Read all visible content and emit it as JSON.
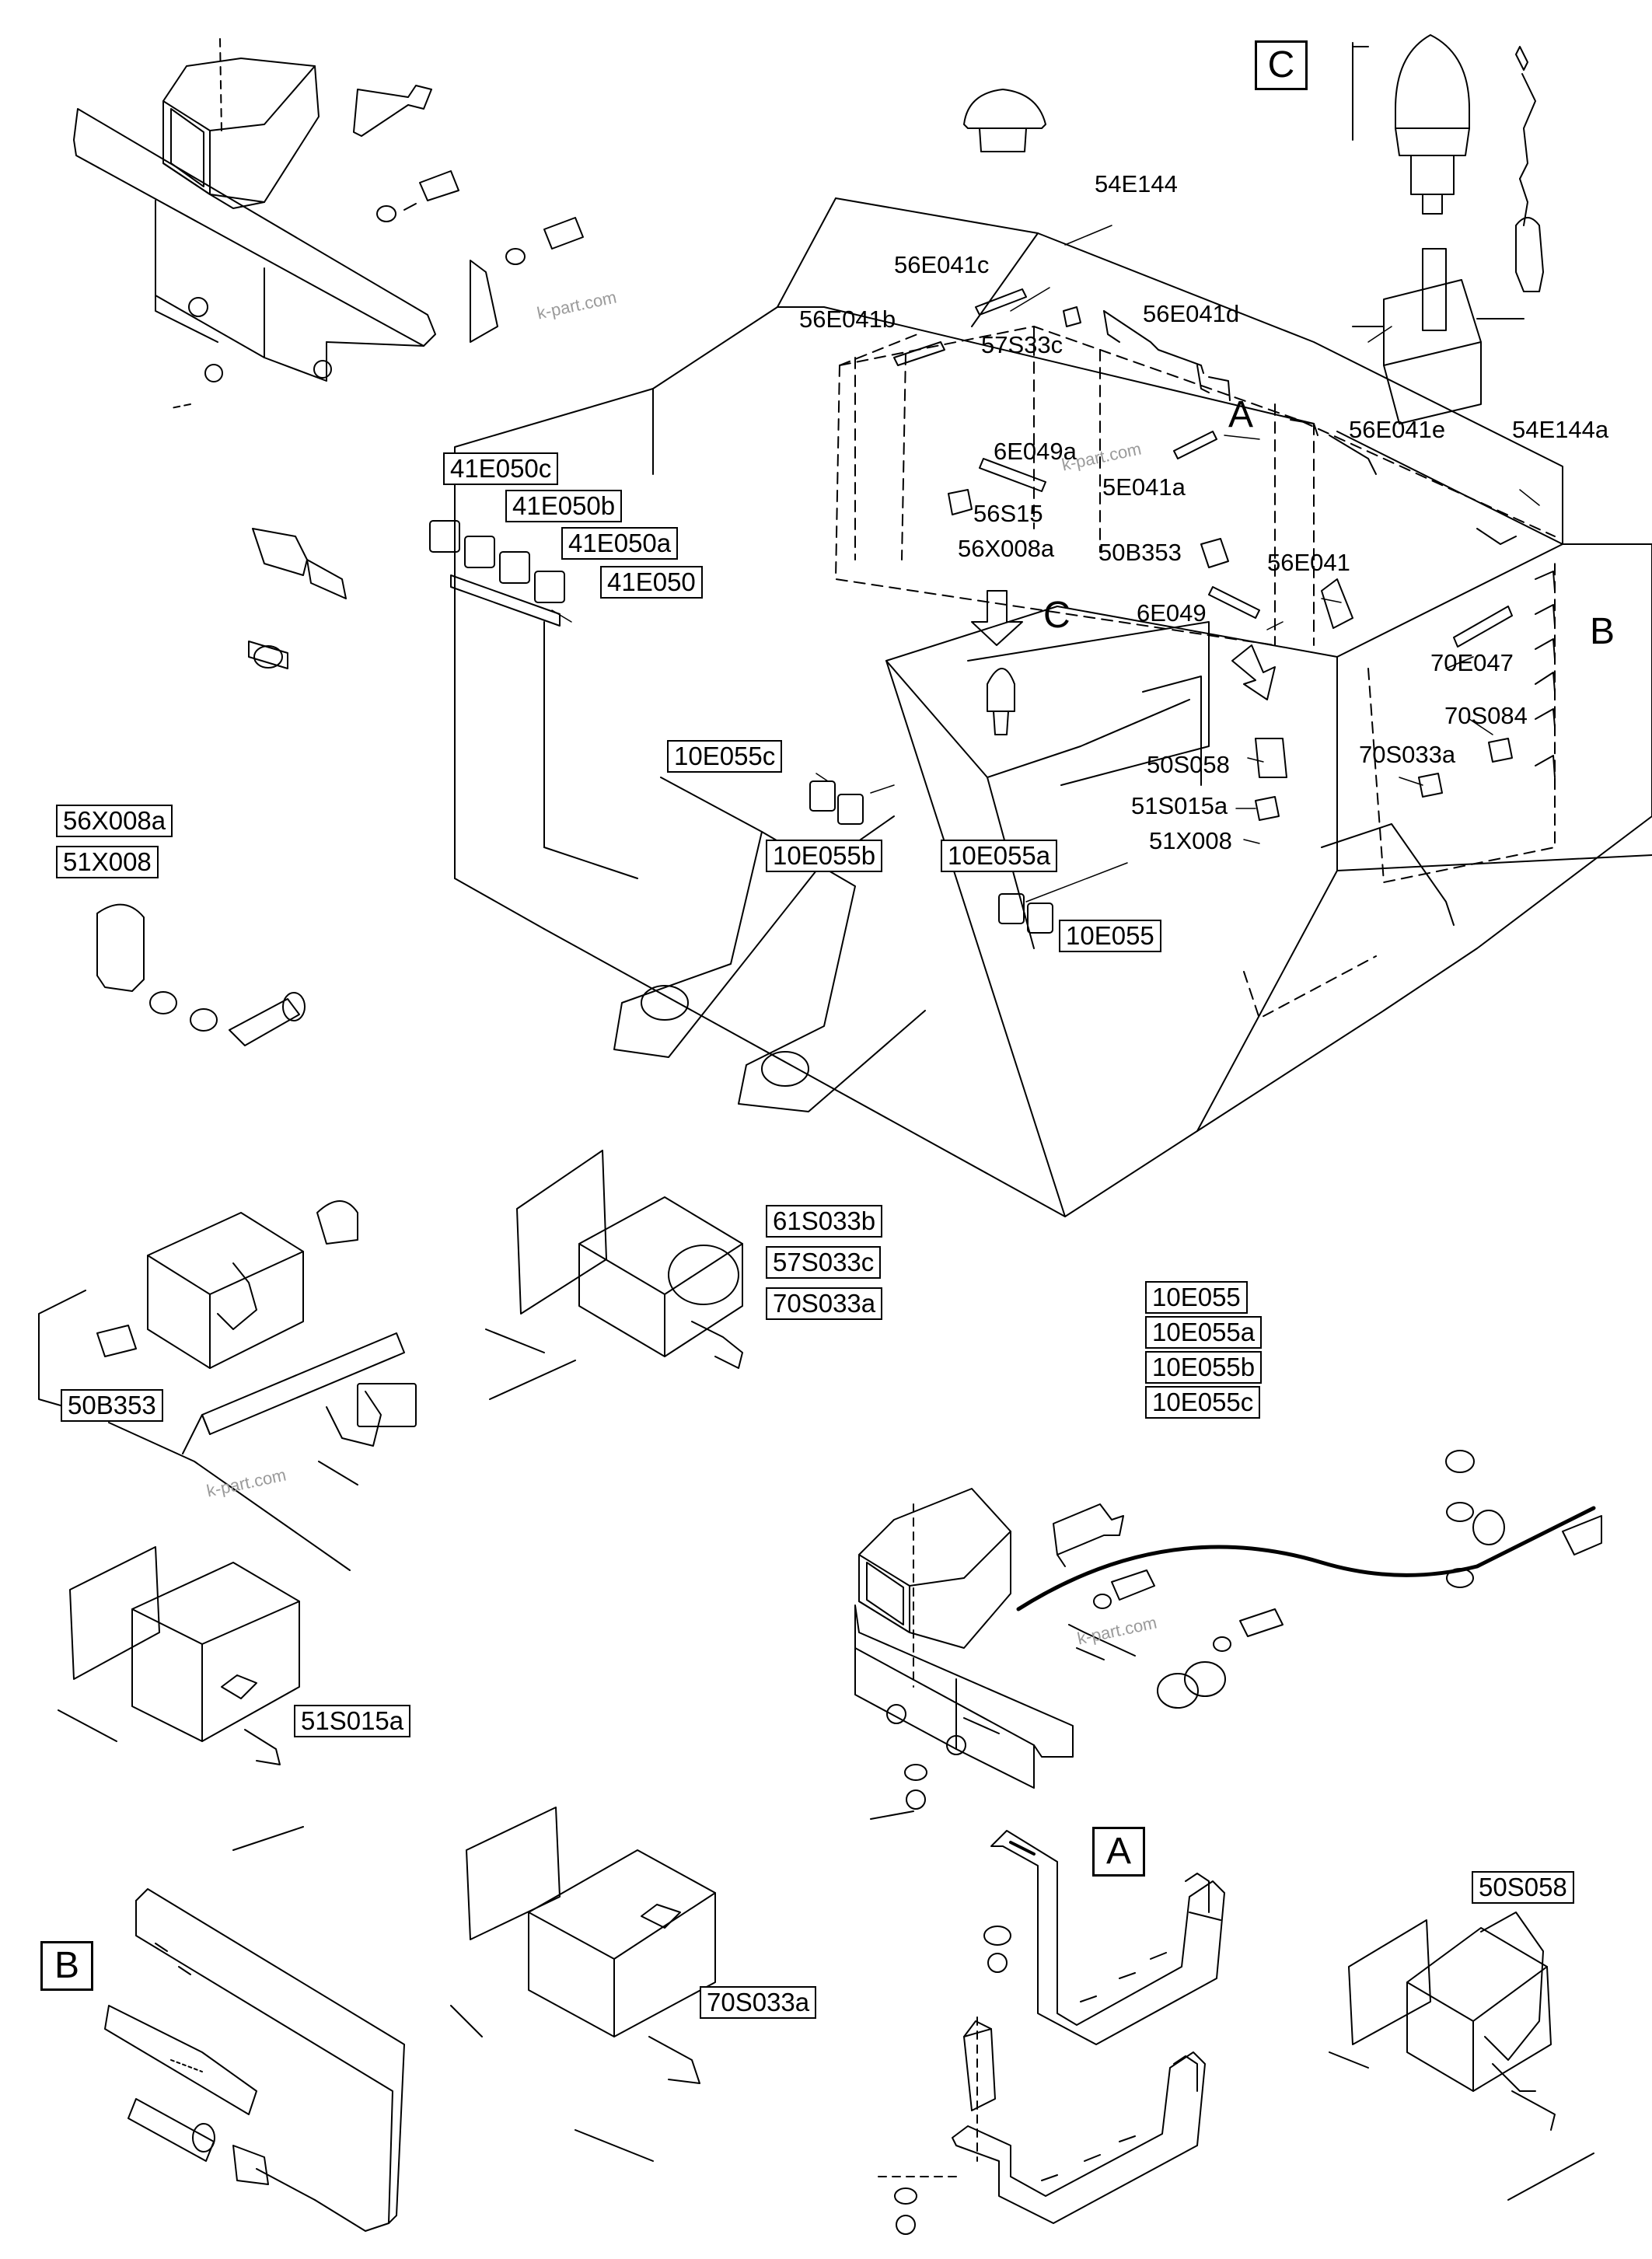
{
  "watermark": "k-part.com",
  "views": {
    "a": "A",
    "b": "B",
    "c": "C"
  },
  "parts": {
    "p54E144": "54E144",
    "p56E041c": "56E041c",
    "p56E041b": "56E041b",
    "p56E041d": "56E041d",
    "p57S33c": "57S33c",
    "p54E144a": "54E144a",
    "p56E041e": "56E041e",
    "p6E049a": "6E049a",
    "p5E041a": "5E041a",
    "p56S15": "56S15",
    "p56X008a_small": "56X008a",
    "p50B353_small": "50B353",
    "p56E041": "56E041",
    "p6E049": "6E049",
    "p70E047": "70E047",
    "p70S084": "70S084",
    "p70S033a_small": "70S033a",
    "p50S058_small": "50S058",
    "p51S015a_small": "51S015a",
    "p51X008_small": "51X008"
  },
  "boxed": {
    "b41E050c": "41E050c",
    "b41E050b": "41E050b",
    "b41E050a": "41E050a",
    "b41E050": "41E050",
    "b10E055c": "10E055c",
    "b10E055b": "10E055b",
    "b10E055a": "10E055a",
    "b10E055": "10E055",
    "b56X008a": "56X008a",
    "b51X008": "51X008",
    "b61S033b": "61S033b",
    "b57S033c": "57S033c",
    "b70S033a": "70S033a",
    "g10E055": "10E055",
    "g10E055a": "10E055a",
    "g10E055b": "10E055b",
    "g10E055c": "10E055c",
    "b50B353": "50B353",
    "b51S015a": "51S015a",
    "b70S033a_2": "70S033a",
    "b50S058": "50S058"
  }
}
